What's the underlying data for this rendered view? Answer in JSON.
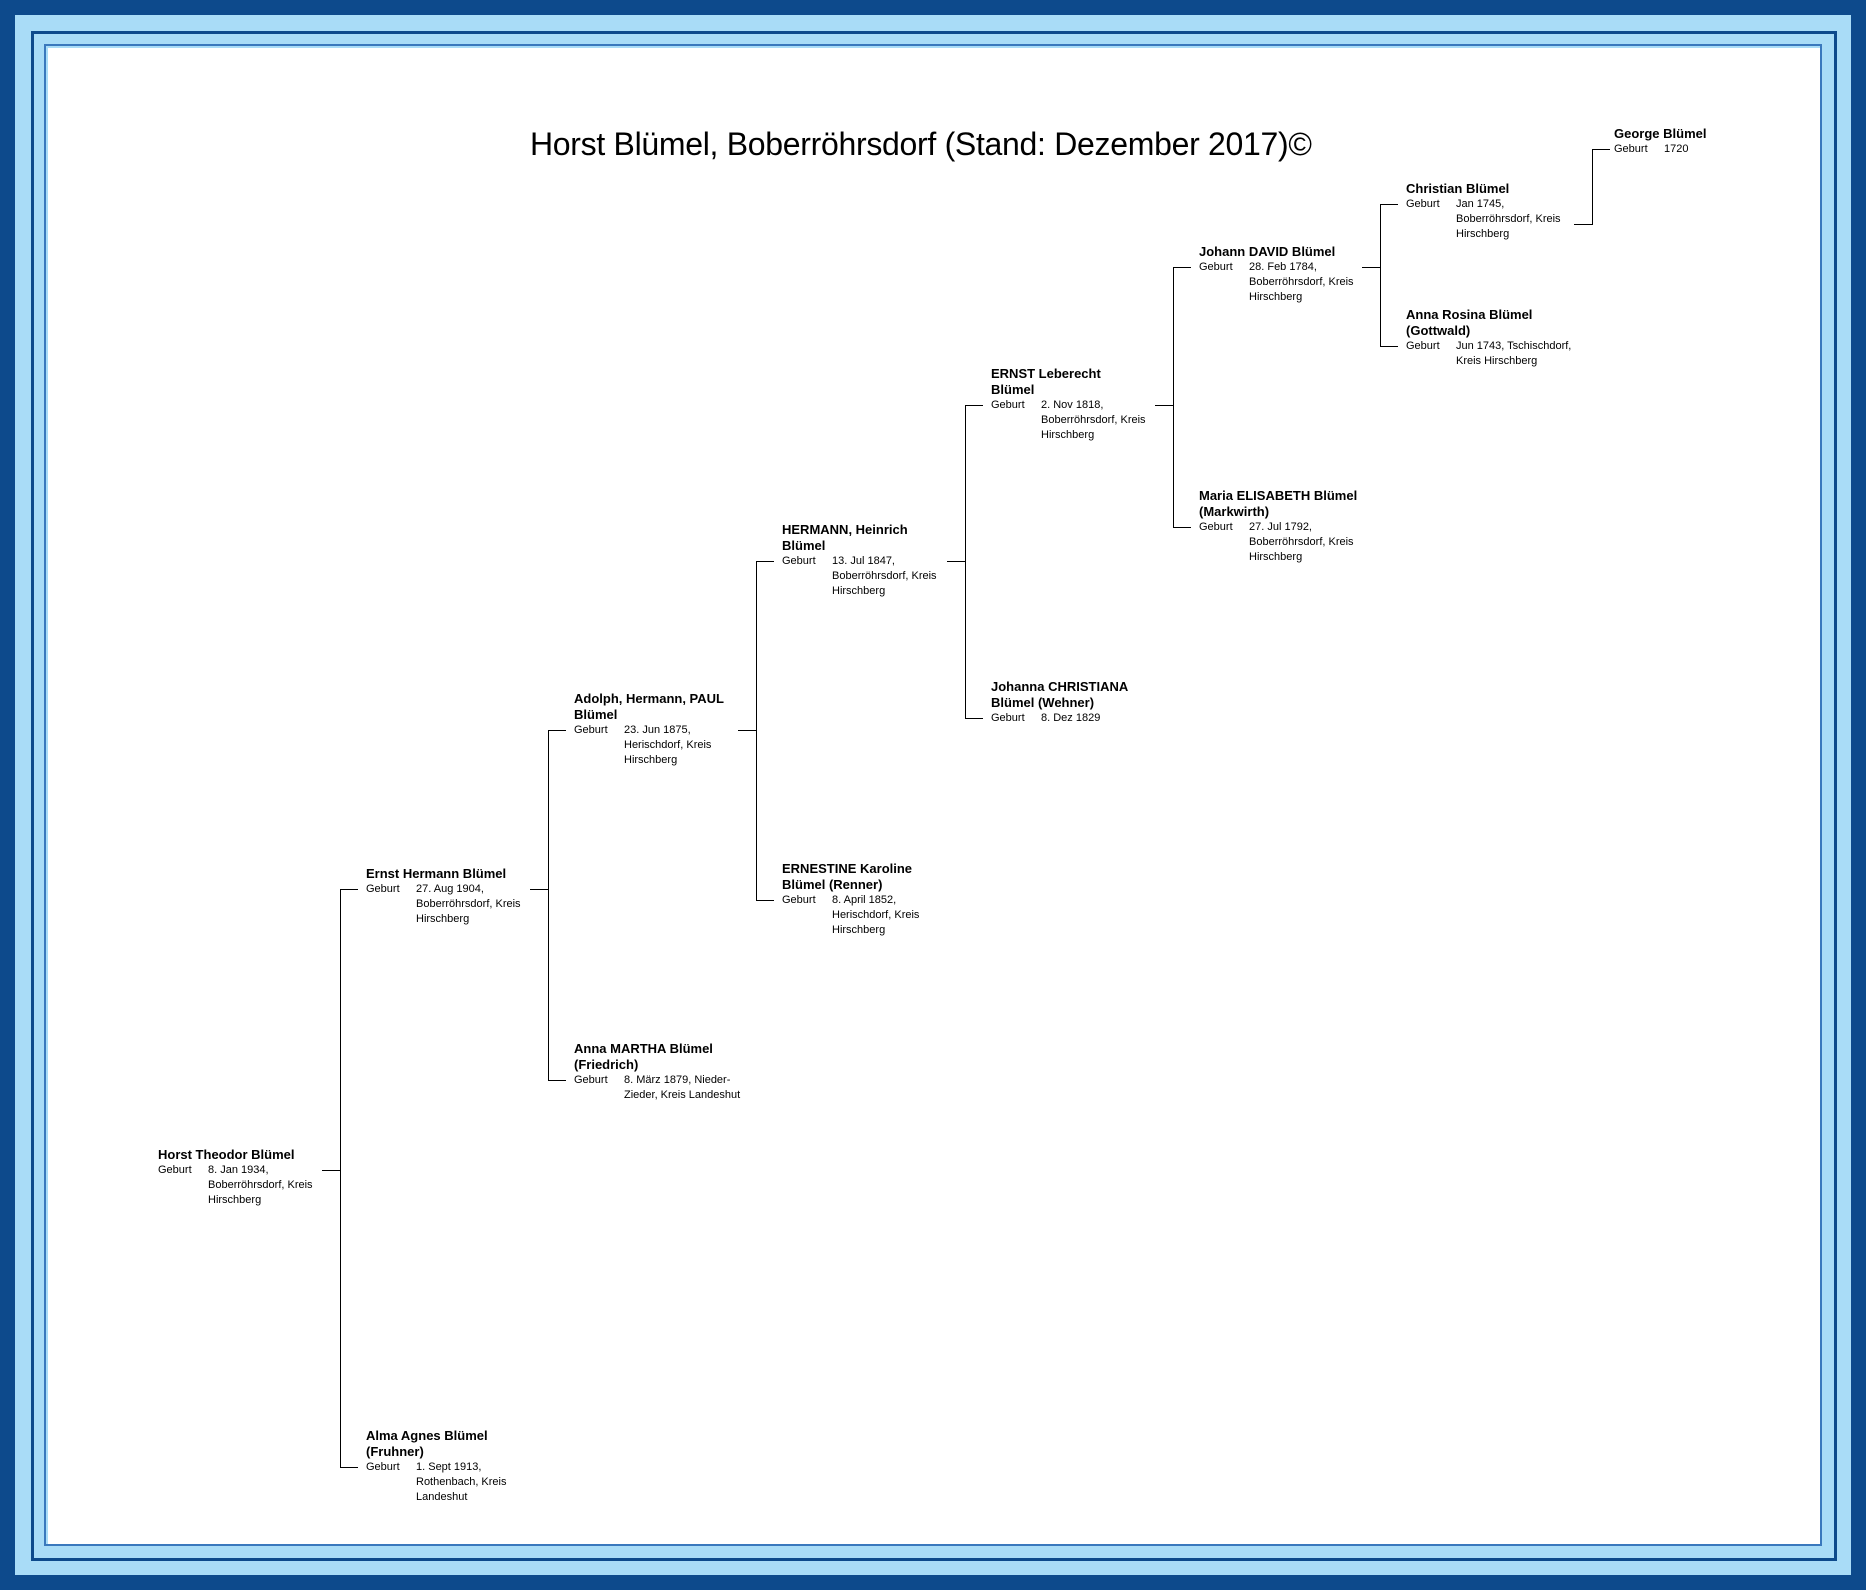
{
  "title": "Horst Blümel, Boberröhrsdorf (Stand: Dezember 2017)©",
  "birth_label": "Geburt",
  "people": [
    {
      "id": "p1",
      "name": "Horst  Theodor Blümel",
      "birth": "8. Jan 1934, Boberröhrsdorf, Kreis Hirschberg"
    },
    {
      "id": "p2",
      "name": "Ernst Hermann Blümel",
      "birth": "27. Aug 1904, Boberröhrsdorf, Kreis Hirschberg"
    },
    {
      "id": "p3",
      "name": "Alma Agnes Blümel (Fruhner)",
      "birth": "1. Sept 1913, Rothenbach, Kreis Landeshut"
    },
    {
      "id": "p4",
      "name": "Adolph, Hermann, PAUL Blümel",
      "birth": "23. Jun 1875, Herischdorf, Kreis Hirschberg"
    },
    {
      "id": "p5",
      "name": "Anna MARTHA Blümel (Friedrich)",
      "birth": "8. März 1879, Nieder-Zieder, Kreis Landeshut"
    },
    {
      "id": "p6",
      "name": "HERMANN, Heinrich Blümel",
      "birth": "13. Jul 1847, Boberröhrsdorf, Kreis Hirschberg"
    },
    {
      "id": "p7",
      "name": "ERNESTINE Karoline Blümel (Renner)",
      "birth": "8. April 1852, Herischdorf, Kreis Hirschberg"
    },
    {
      "id": "p8",
      "name": "ERNST Leberecht Blümel",
      "birth": "2. Nov 1818, Boberröhrsdorf, Kreis Hirschberg"
    },
    {
      "id": "p9",
      "name": "Johanna CHRISTIANA Blümel (Wehner)",
      "birth": "8. Dez 1829"
    },
    {
      "id": "p10",
      "name": "Johann DAVID Blümel",
      "birth": "28. Feb 1784, Boberröhrsdorf, Kreis Hirschberg"
    },
    {
      "id": "p11",
      "name": "Maria ELISABETH Blümel (Markwirth)",
      "birth": "27. Jul 1792, Boberröhrsdorf, Kreis Hirschberg"
    },
    {
      "id": "p12",
      "name": "Christian Blümel",
      "birth": "Jan 1745, Boberröhrsdorf, Kreis Hirschberg"
    },
    {
      "id": "p13",
      "name": "Anna Rosina Blümel (Gottwald)",
      "birth": "Jun 1743, Tschischdorf, Kreis Hirschberg"
    },
    {
      "id": "p14",
      "name": "George Blümel",
      "birth": "1720"
    }
  ],
  "relations": [
    {
      "child": "p1",
      "father": "p2",
      "mother": "p3"
    },
    {
      "child": "p2",
      "father": "p4",
      "mother": "p5"
    },
    {
      "child": "p4",
      "father": "p6",
      "mother": "p7"
    },
    {
      "child": "p6",
      "father": "p8",
      "mother": "p9"
    },
    {
      "child": "p8",
      "father": "p10",
      "mother": "p11"
    },
    {
      "child": "p10",
      "father": "p12",
      "mother": "p13"
    },
    {
      "child": "p12",
      "father": "p14"
    }
  ]
}
